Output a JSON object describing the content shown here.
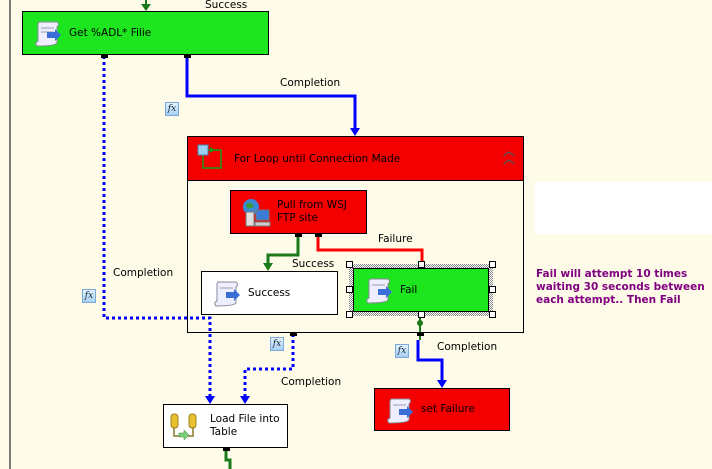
{
  "tasks": {
    "get_file": {
      "label": "Get %ADL* Filie",
      "color": "#1ee61e",
      "icon": "script-task-icon"
    },
    "for_loop": {
      "label": "For Loop until Connection Made",
      "color": "#f50000",
      "icon": "for-loop-icon"
    },
    "pull_ftp": {
      "label": "Pull from WSJ FTP site",
      "color": "#f50000",
      "icon": "ftp-task-icon"
    },
    "success": {
      "label": "Success",
      "color": "#ffffff",
      "icon": "script-task-icon"
    },
    "fail": {
      "label": "Fail",
      "color": "#1ee61e",
      "icon": "script-task-icon"
    },
    "set_failure": {
      "label": "set Failure",
      "color": "#f50000",
      "icon": "script-task-icon"
    },
    "load_file": {
      "label": "Load File into Table",
      "color": "#ffffff",
      "icon": "data-flow-task-icon"
    }
  },
  "constraints": {
    "top_success": "Success",
    "get_to_loop": "Completion",
    "get_to_load": "Completion",
    "pull_success": "Success",
    "pull_failure": "Failure",
    "loop_to_load": "Completion",
    "loop_to_setfailure": "Completion",
    "fx": "fx"
  },
  "annotation": {
    "text": "Fail will attempt 10 times waiting 30 seconds between each attempt.. Then Fail",
    "color": "#800080"
  },
  "colors": {
    "completion": "#0000ff",
    "success": "#1a7a1a",
    "failure": "#ff0000",
    "canvas": "#fefbe8"
  }
}
